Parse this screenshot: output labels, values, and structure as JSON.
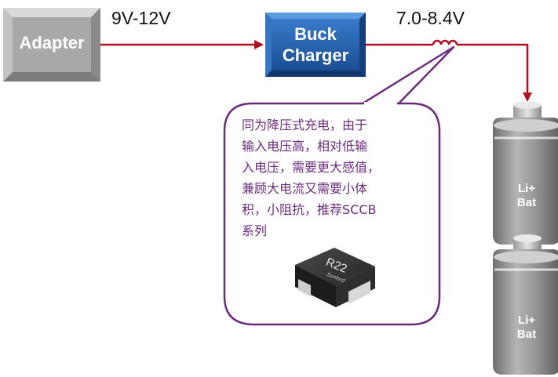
{
  "adapter": {
    "label": "Adapter"
  },
  "adapter_voltage": "9V-12V",
  "charger": {
    "line1": "Buck",
    "line2": "Charger"
  },
  "output_voltage": "7.0-8.4V",
  "callout": {
    "lines": [
      "同为降压式充电，由于",
      "输入电压高，相对低输",
      "入电压，需要更大感值，",
      "兼顾大电流又需要小体",
      "积，小阻抗，推荐SCCB",
      "系列"
    ]
  },
  "inductor_chip": {
    "marking": "R22",
    "brand": "Sunlord"
  },
  "batteries": [
    {
      "line1": "Li+",
      "line2": "Bat"
    },
    {
      "line1": "Li+",
      "line2": "Bat"
    }
  ],
  "colors": {
    "wire": "#b01020",
    "adapter_box": "#a9a9a9",
    "charger_box": "#1f5fa8",
    "callout_border": "#6b2c7d",
    "battery": "#8c8c8c"
  },
  "icons": [
    "inductor-coil-icon",
    "arrow-head-icon"
  ]
}
